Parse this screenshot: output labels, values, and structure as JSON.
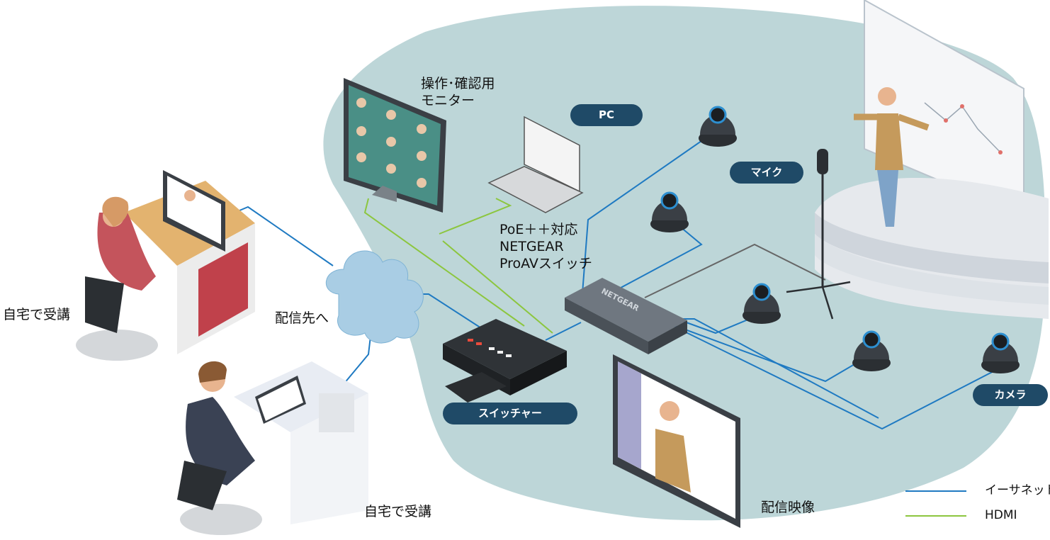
{
  "labels": {
    "monitor": [
      "操作･確認用",
      "モニター"
    ],
    "pc": "PC",
    "mic": "マイク",
    "switch_desc": [
      "PoE＋＋対応",
      "NETGEAR",
      "ProAVスイッチ"
    ],
    "switch_brand": "NETGEAR",
    "switcher": "スイッチャー",
    "camera": "カメラ",
    "cloud": "配信先へ",
    "home1": "自宅で受講",
    "home2": "自宅で受講",
    "stream": "配信映像"
  },
  "legend": [
    {
      "label": "イーサネット",
      "color": "#1f7ac2"
    },
    {
      "label": "HDMI",
      "color": "#8cc63f"
    }
  ],
  "colors": {
    "blob": "#bdd6d8",
    "pill": "#1f4a67",
    "ethernet": "#1f7ac2",
    "hdmi": "#8cc63f",
    "cloud": "#a9cde4"
  }
}
